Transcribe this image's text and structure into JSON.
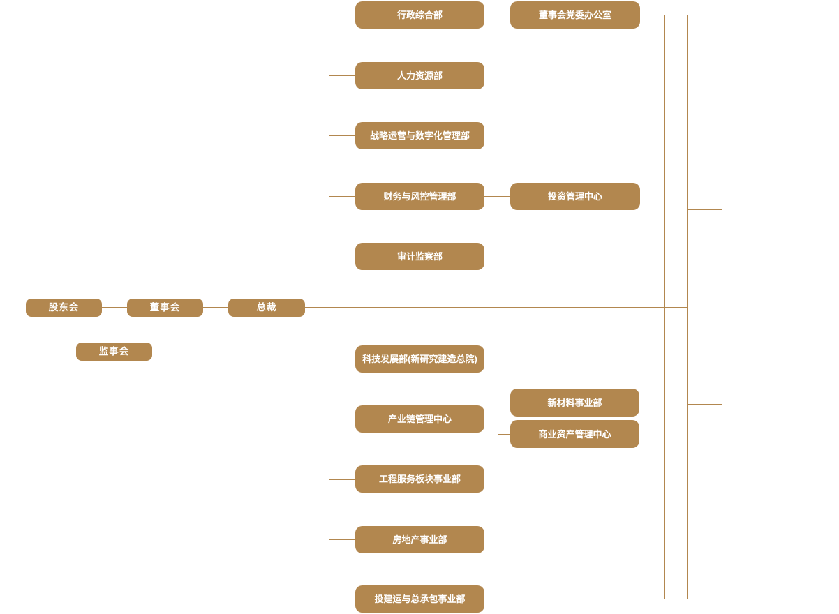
{
  "chart": {
    "type": "org-chart",
    "colors": {
      "accent": "#b2874f",
      "node_text": "#ffffff",
      "background": "#ffffff"
    },
    "governance": {
      "shareholders": "股东会",
      "supervisory": "监事会",
      "board": "董事会",
      "president": "总裁"
    },
    "functional_departments": [
      "行政综合部",
      "人力资源部",
      "战略运营与数字化管理部",
      "财务与风控管理部",
      "审计监察部"
    ],
    "board_party_office": "董事会党委办公室",
    "investment_center": "投资管理中心",
    "business_departments": [
      "科技发展部(新研究建造总院)",
      "产业链管理中心",
      "工程服务板块事业部",
      "房地产事业部",
      "投建运与总承包事业部"
    ],
    "industry_chain_children": [
      "新材料事业部",
      "商业资产管理中心"
    ]
  }
}
